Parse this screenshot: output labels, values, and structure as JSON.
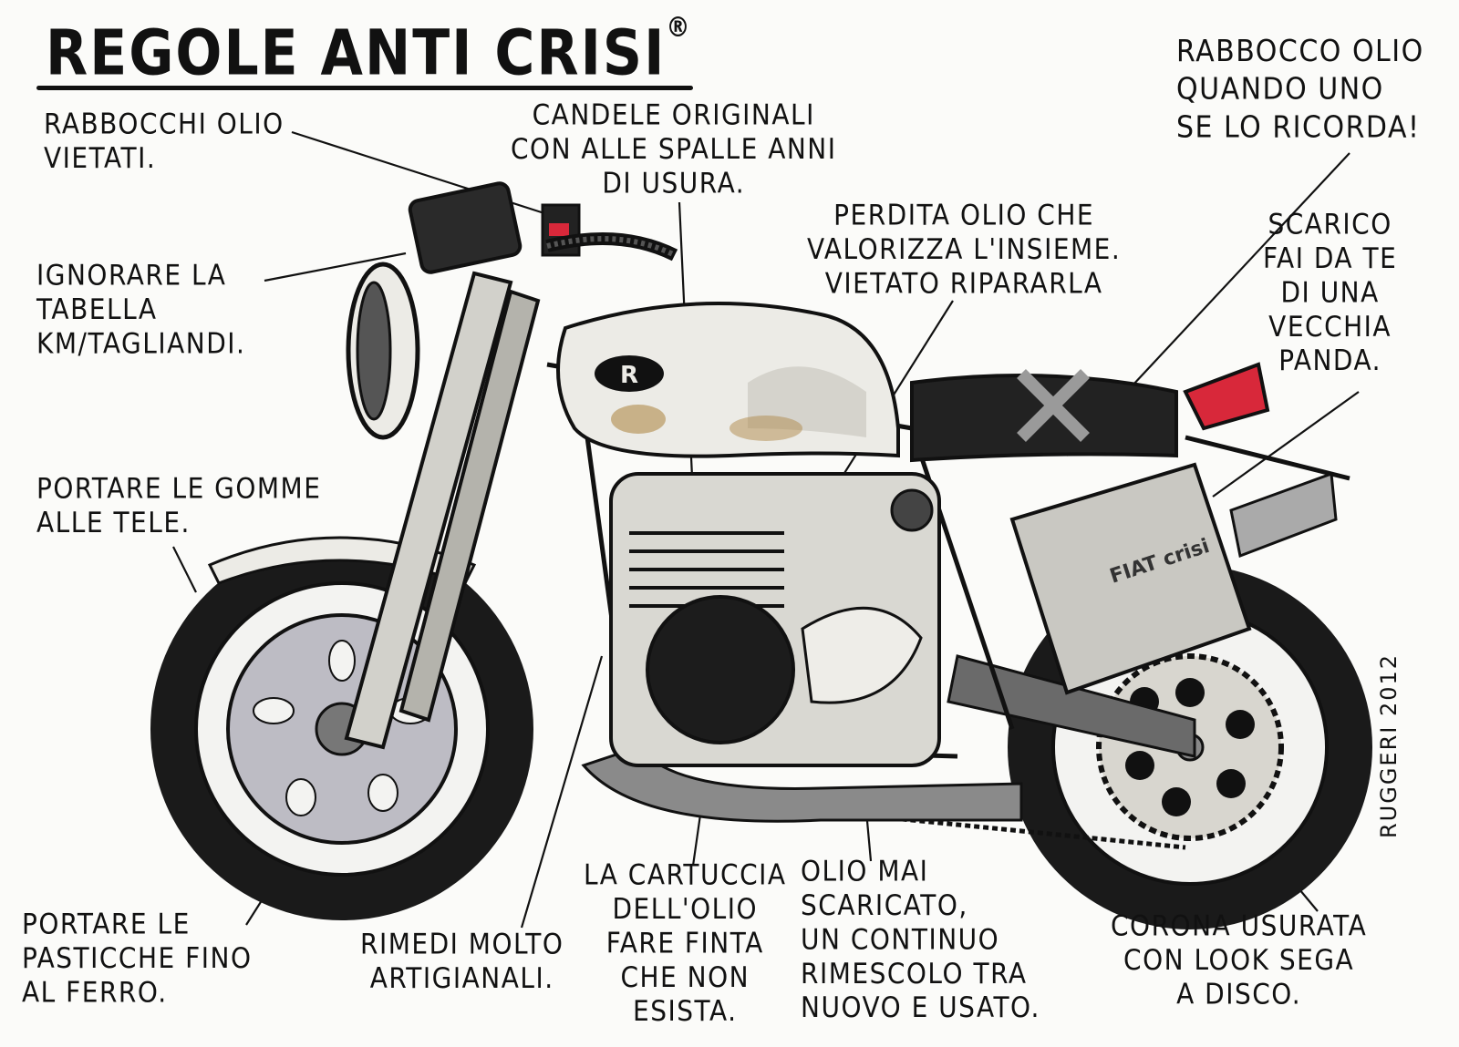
{
  "title": "REGOLE ANTI CRISI",
  "title_mark": "®",
  "signature": "RUGGERI 2012",
  "tank_logo": "R",
  "plate_text": "FIAT crisi",
  "labels": {
    "rabbocchi_vietati": "RABBOCCHI OLIO\nVIETATI.",
    "candele": "CANDELE ORIGINALI\nCON ALLE SPALLE ANNI\nDI USURA.",
    "rabbocco_ricorda": "RABBOCCO OLIO\nQUANDO UNO\nSE LO RICORDA!",
    "ignorare_tabella": "IGNORARE LA\nTABELLA\nKM/TAGLIANDI.",
    "perdita_olio": "PERDITA OLIO CHE\nVALORIZZA L'INSIEME.\nVIETATO RIPARARLA",
    "scarico": "SCARICO\nFAI DA TE\nDI UNA\nVECCHIA\nPANDA.",
    "gomme": "PORTARE LE GOMME\nALLE TELE.",
    "pasticche": "PORTARE LE\nPASTICCHE FINO\nAL FERRO.",
    "rimedi": "RIMEDI MOLTO\nARTIGIANALI.",
    "cartuccia": "LA CARTUCCIA\nDELL'OLIO\nFARE FINTA\nCHE NON\nESISTA.",
    "olio_mai": "OLIO MAI\nSCARICATO,\nUN CONTINUO\nRIMESCOLO TRA\nNUOVO E USATO.",
    "corona": "CORONA USURATA\nCON LOOK SEGA\nA DISCO."
  },
  "colors": {
    "ink": "#111111",
    "paper": "#fbfbf9",
    "tank": "#ecebe6",
    "rust": "#b08a4a",
    "tail_light": "#d8283a",
    "tyre": "#1a1a1a",
    "metal": "#9c9c9c"
  }
}
